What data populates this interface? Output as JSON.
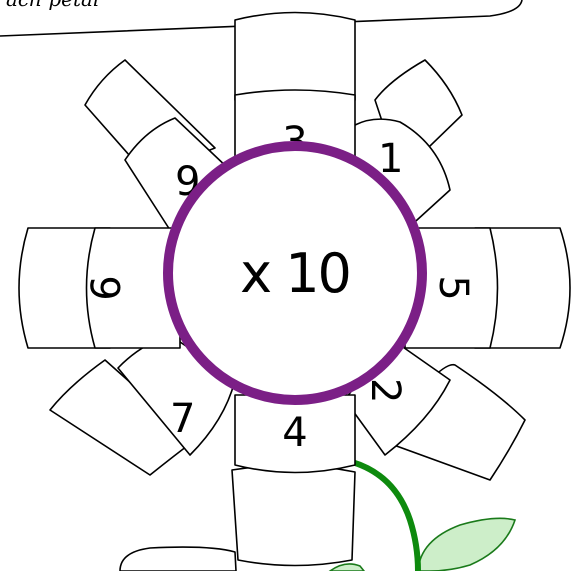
{
  "banner": {
    "text": "ach petal"
  },
  "center": {
    "label": "x 10"
  },
  "petal_numbers": {
    "top": "3",
    "top_right": "1",
    "top_left": "9",
    "right": "5",
    "left": "6",
    "bottom_right": "2",
    "bottom_left": "7",
    "bottom": "4"
  },
  "colors": {
    "ring": "#7b1f86",
    "stem": "#0e8a0e",
    "leaf_fill": "#cdeec9",
    "leaf_stroke": "#1a7a1a"
  }
}
